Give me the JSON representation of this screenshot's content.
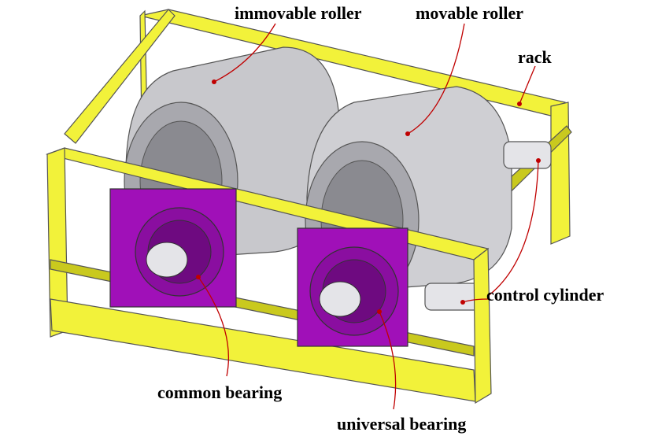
{
  "labels": {
    "immovable_roller": "immovable roller",
    "movable_roller": "movable roller",
    "rack": "rack",
    "control_cylinder": "control cylinder",
    "common_bearing": "common bearing",
    "universal_bearing": "universal bearing"
  },
  "colors": {
    "frame": "#f2f23a",
    "frame_shadow": "#c9c91e",
    "bearing": "#a010b8",
    "bearing_dark": "#6e0a80",
    "roller": "#c8c8cc",
    "roller_dark": "#8a8a90",
    "shaft": "#e4e4e8",
    "leader": "#c00000"
  }
}
